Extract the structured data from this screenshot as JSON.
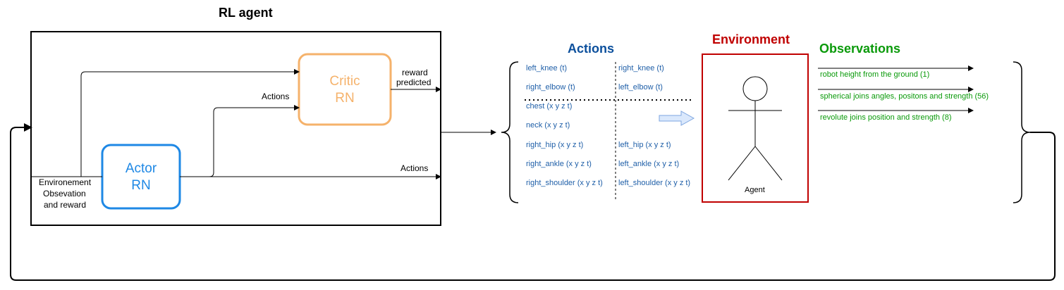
{
  "rl_agent": {
    "title": "RL agent",
    "input_label": [
      "Environement",
      "Obsevation",
      "and reward"
    ],
    "critic_label": [
      "Critic",
      "RN"
    ],
    "actor_label": [
      "Actor",
      "RN"
    ],
    "actions_to_critic_label": "Actions",
    "reward_predicted_label": [
      "reward",
      "predicted"
    ],
    "actions_out_label": "Actions"
  },
  "actions": {
    "title": "Actions",
    "left_column": [
      "left_knee (t)",
      "right_elbow  (t)",
      "chest (x y z t)",
      "neck (x y z t)",
      "right_hip (x y z t)",
      "right_ankle (x y z t)",
      "right_shoulder  (x y z t)"
    ],
    "right_column": [
      "right_knee  (t)",
      "left_elbow  (t)",
      "left_hip (x y z t)",
      "left_ankle  (x y z t)",
      "left_shoulder  (x y z t)"
    ]
  },
  "environment": {
    "title": "Environment",
    "agent_label": "Agent"
  },
  "observations": {
    "title": "Observations",
    "items": [
      "robot height from the ground (1)",
      "spherical joins angles, positons and strength (56)",
      "revolute joins position and strength (8)"
    ]
  },
  "colors": {
    "critic": "#f5b26b",
    "actor": "#1e88e5",
    "actions_title": "#0b4f9c",
    "environment": "#c00000",
    "observations": "#0a9a0a",
    "action_text": "#1f5fa8"
  }
}
